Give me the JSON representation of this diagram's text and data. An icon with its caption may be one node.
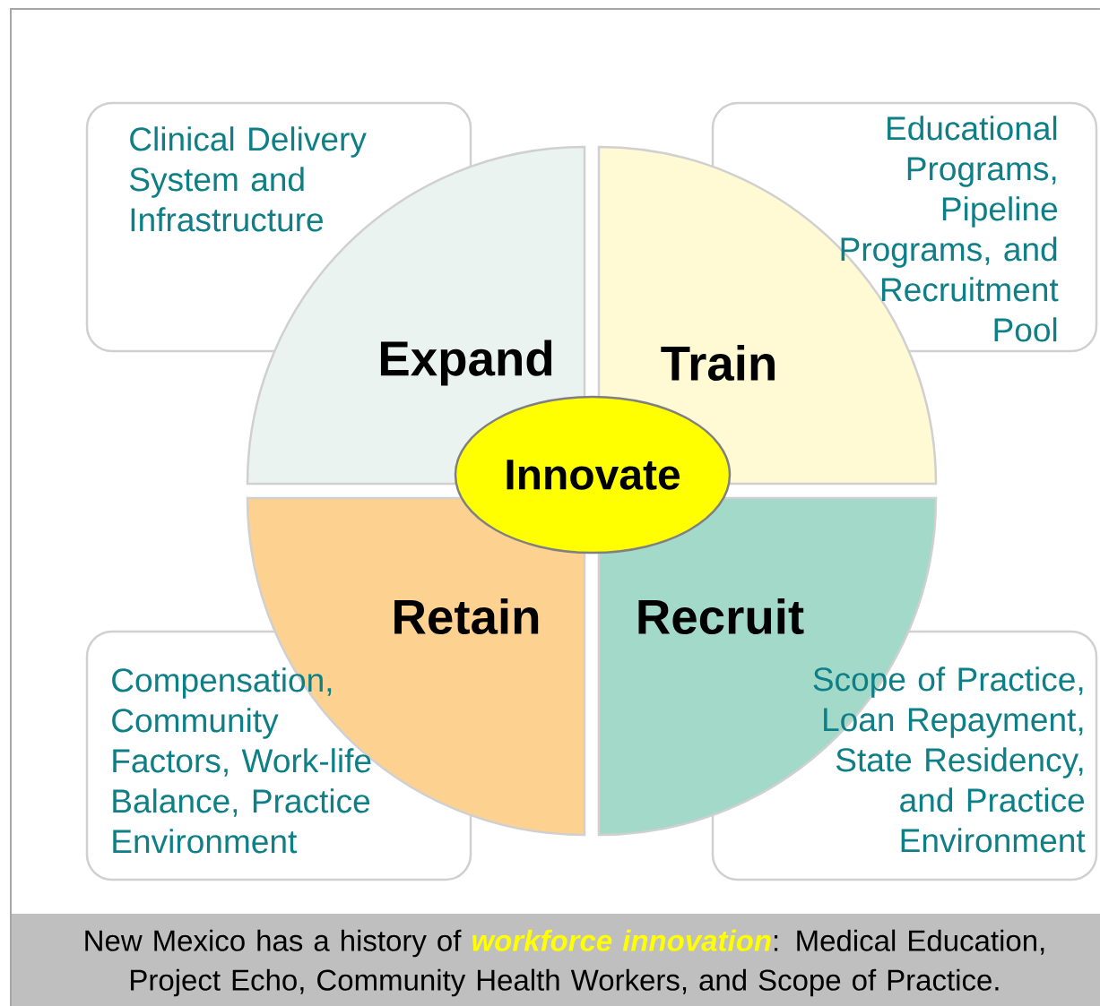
{
  "diagram": {
    "caption": "New Mexico has a history of *workforce innovation*: Medical Education, Project Echo, Community Health Workers, and Scope of Practice.",
    "nodes": [
      {
        "text": [
          "Clinical Delivery System and Infrastructure"
        ]
      },
      {
        "text": [
          "Educational Programs, Pipeline Programs, and Recruitment Pool"
        ]
      },
      {
        "text": [
          "Expand"
        ]
      },
      {
        "text": [
          "Train"
        ]
      },
      {
        "text": [
          "Innovate"
        ]
      },
      {
        "text": [
          "Retain"
        ]
      },
      {
        "text": [
          "Recruit"
        ]
      },
      {
        "text": [
          "Compensation, Community Factors, Work-life Balance, Practice Environment"
        ]
      },
      {
        "text": [
          "Scope of Practice, Loan Repayment, State Residency, and Practice Environment"
        ]
      }
    ]
  }
}
